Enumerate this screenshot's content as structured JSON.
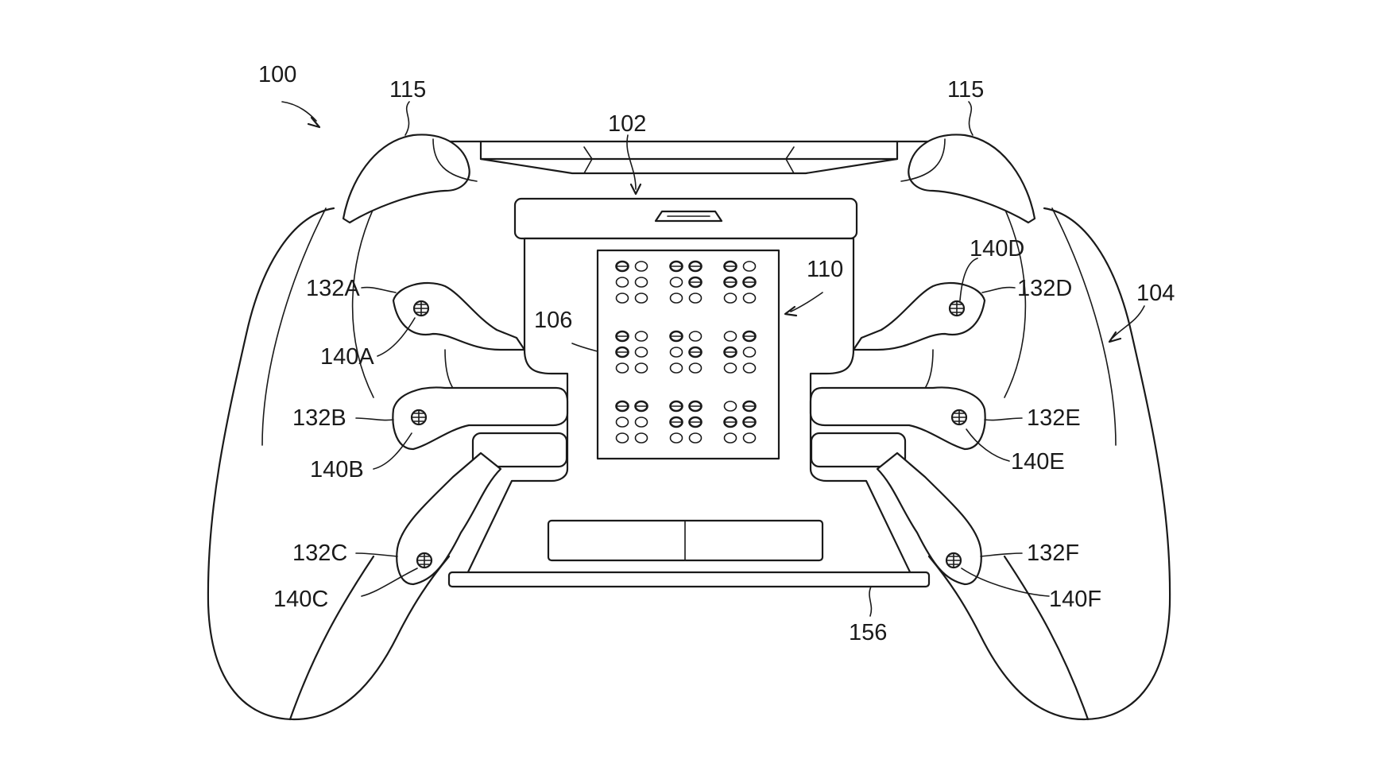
{
  "figure": {
    "labels": {
      "l100": "100",
      "l115_left": "115",
      "l115_right": "115",
      "l102": "102",
      "l104": "104",
      "l106": "106",
      "l110": "110",
      "l132A": "132A",
      "l132B": "132B",
      "l132C": "132C",
      "l132D": "132D",
      "l132E": "132E",
      "l132F": "132F",
      "l140A": "140A",
      "l140B": "140B",
      "l140C": "140C",
      "l140D": "140D",
      "l140E": "140E",
      "l140F": "140F",
      "l156": "156"
    },
    "braille_cells": [
      [
        [
          1,
          0
        ],
        [
          0,
          0
        ],
        [
          0,
          0
        ]
      ],
      [
        [
          1,
          1
        ],
        [
          0,
          1
        ],
        [
          0,
          0
        ]
      ],
      [
        [
          1,
          0
        ],
        [
          1,
          1
        ],
        [
          0,
          0
        ]
      ],
      [
        [
          1,
          0
        ],
        [
          1,
          0
        ],
        [
          0,
          0
        ]
      ],
      [
        [
          1,
          0
        ],
        [
          0,
          1
        ],
        [
          0,
          0
        ]
      ],
      [
        [
          0,
          1
        ],
        [
          1,
          0
        ],
        [
          0,
          0
        ]
      ],
      [
        [
          1,
          1
        ],
        [
          0,
          0
        ],
        [
          0,
          0
        ]
      ],
      [
        [
          1,
          1
        ],
        [
          1,
          1
        ],
        [
          0,
          0
        ]
      ],
      [
        [
          0,
          1
        ],
        [
          1,
          1
        ],
        [
          0,
          0
        ]
      ]
    ],
    "line_color": "#1a1a1a",
    "background": "#ffffff"
  }
}
